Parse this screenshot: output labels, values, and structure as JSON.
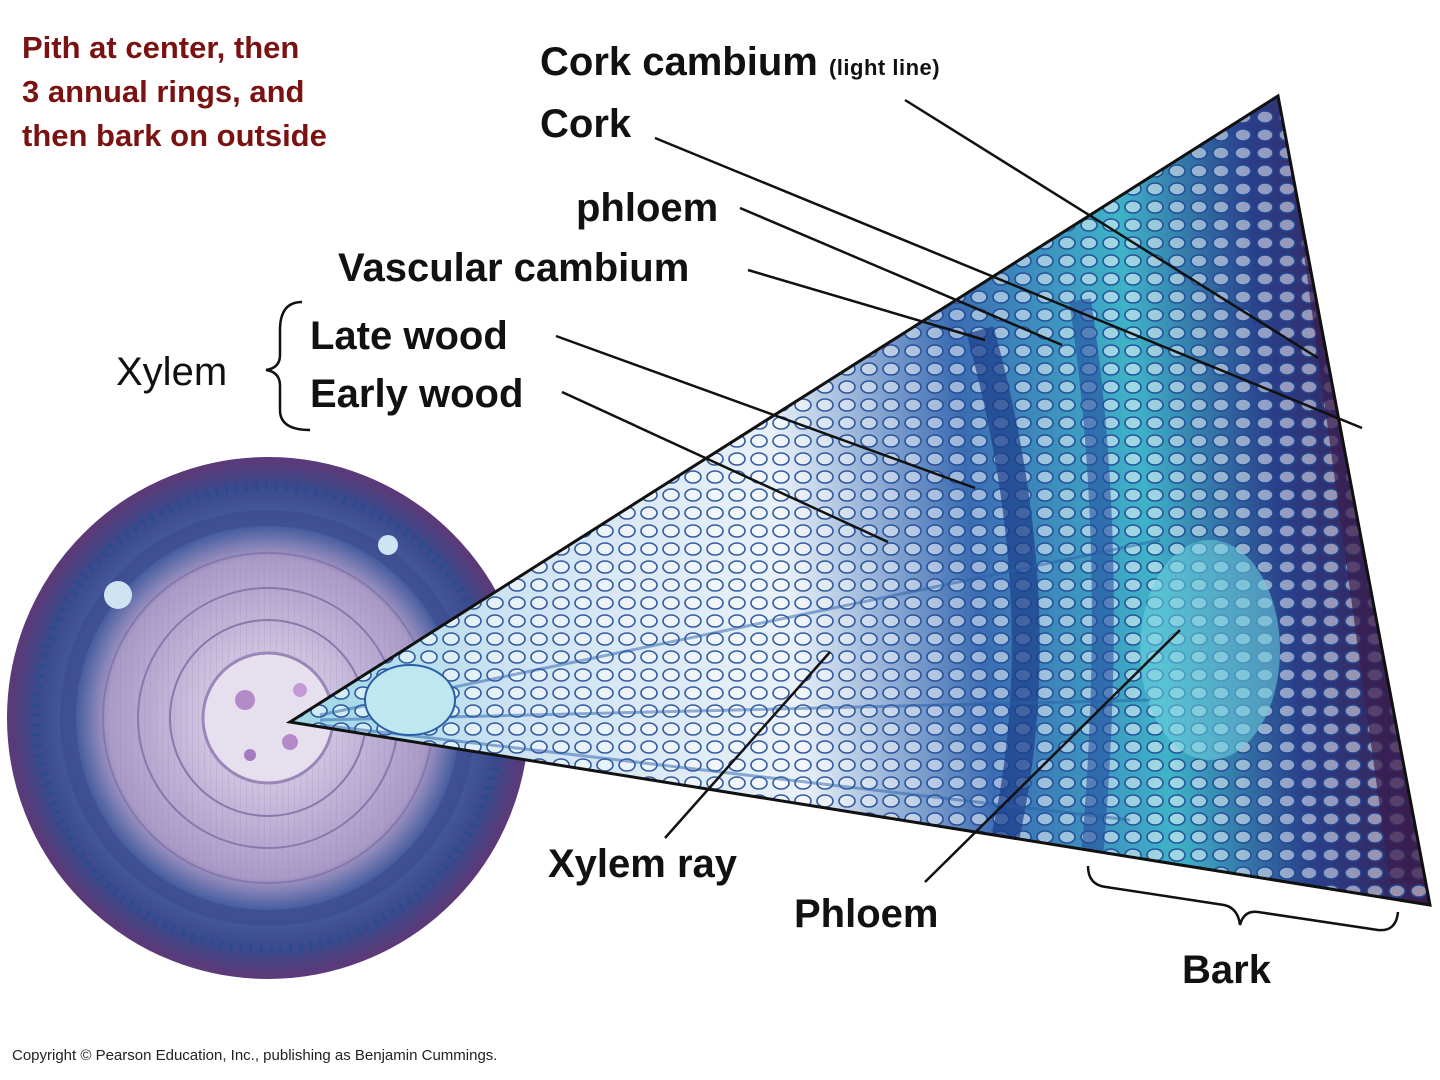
{
  "note": {
    "lines": [
      "Pith at center, then",
      "3 annual rings, and",
      "then bark on outside"
    ]
  },
  "labels": {
    "cork_cambium": "Cork cambium",
    "cork_cambium_note": "(light line)",
    "cork": "Cork",
    "phloem_small": "phloem",
    "vascular_cambium": "Vascular cambium",
    "xylem": "Xylem",
    "late_wood": "Late wood",
    "early_wood": "Early wood",
    "xylem_ray": "Xylem ray",
    "phloem": "Phloem",
    "bark": "Bark"
  },
  "copyright": "Copyright © Pearson Education, Inc., publishing as Benjamin Cummings.",
  "colors": {
    "note_text": "#7a1212",
    "stain_blue": "#2a5fa8",
    "stain_cyan": "#3fb3c8",
    "stain_purple": "#3a2466",
    "section_lilac": "#a99ac6"
  }
}
